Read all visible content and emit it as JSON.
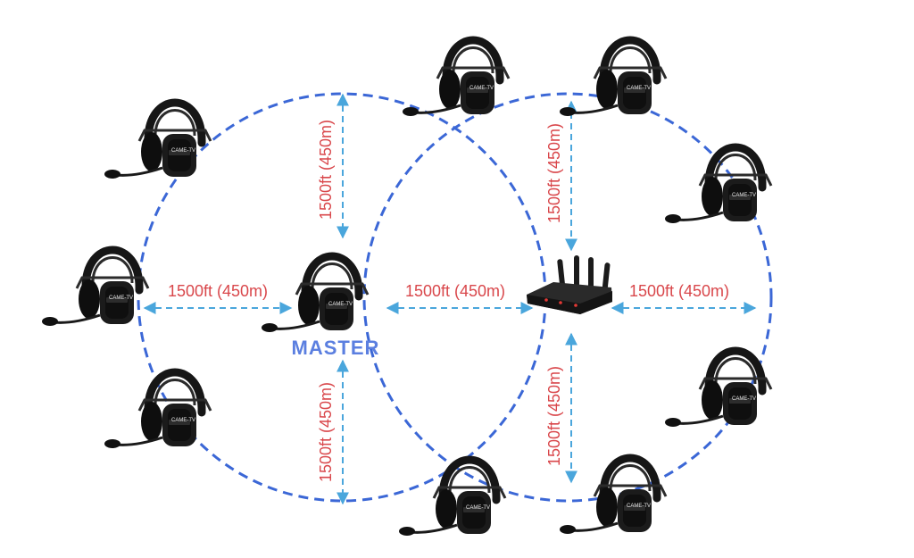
{
  "diagram": {
    "distance_label": "1500ft (450m)",
    "master_label": "MASTER",
    "headset_brand": "CAME-TV",
    "colors": {
      "circle": "#3b67d6",
      "arrow": "#4aa6dc",
      "label": "#d9474b",
      "master": "#5b7fe0",
      "device": "#1e1e1e"
    },
    "headsets": [
      {
        "id": "headset-top-left"
      },
      {
        "id": "headset-left"
      },
      {
        "id": "headset-bottom-left"
      },
      {
        "id": "headset-master"
      },
      {
        "id": "headset-top-center"
      },
      {
        "id": "headset-bottom-center"
      },
      {
        "id": "headset-top-right-inner"
      },
      {
        "id": "headset-bottom-right-inner"
      },
      {
        "id": "headset-right-upper"
      },
      {
        "id": "headset-right-lower"
      }
    ],
    "hub": {
      "name": "wireless-hub",
      "antennas": 4
    }
  }
}
